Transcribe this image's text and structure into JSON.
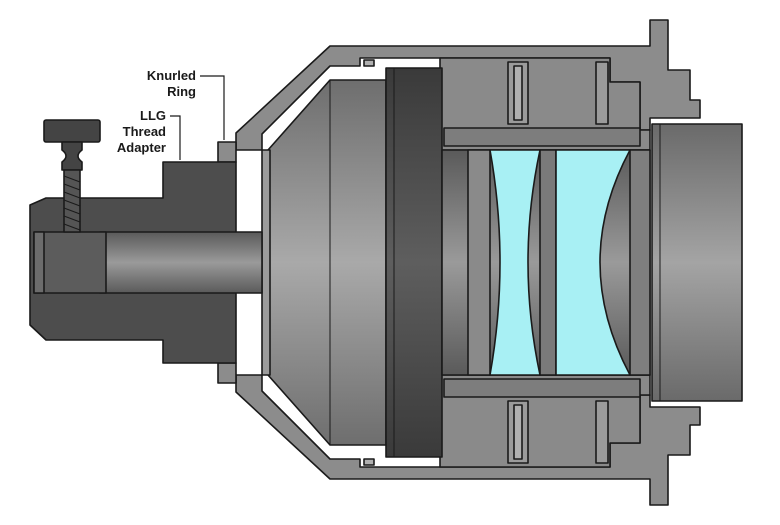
{
  "diagram": {
    "labels": {
      "knurled_ring": [
        "Knurled",
        "Ring"
      ],
      "llg_thread_adapter": [
        "LLG",
        "Thread",
        "Adapter"
      ]
    },
    "colors": {
      "outer_housing": "#8c8c8c",
      "dark_metal": "#4a4a4a",
      "cone_metal": "#9a9a9a",
      "lens_glass": "#a8f0f4",
      "outline": "#1a1a1a"
    }
  }
}
